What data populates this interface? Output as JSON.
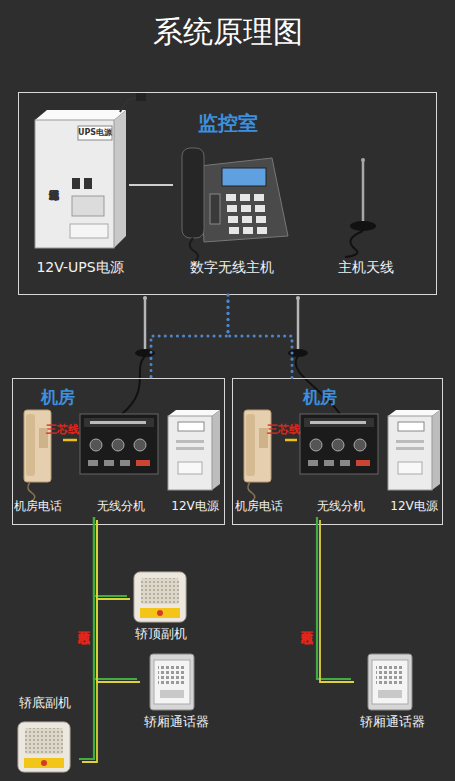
{
  "diagram": {
    "title": "系统原理图",
    "nodes": [
      {
        "text": [
          "监控室"
        ]
      },
      {
        "text": [
          "12V-UPS电源"
        ],
        "in": 0
      },
      {
        "text": [
          "数字无线主机"
        ],
        "in": 0
      },
      {
        "text": [
          "主机天线"
        ],
        "in": 0
      },
      {
        "text": [
          "机房"
        ]
      },
      {
        "text": [
          "机房电话"
        ],
        "in": 4
      },
      {
        "text": [
          "无线分机"
        ],
        "in": 4
      },
      {
        "text": [
          "12V电源"
        ],
        "in": 4
      },
      {
        "text": [
          "机房"
        ]
      },
      {
        "text": [
          "机房电话"
        ],
        "in": 8
      },
      {
        "text": [
          "无线分机"
        ],
        "in": 8
      },
      {
        "text": [
          "12V电源"
        ],
        "in": 8
      },
      {
        "text": [
          "轿顶副机"
        ]
      },
      {
        "text": [
          "轿底副机"
        ]
      },
      {
        "text": [
          "轿厢通话器"
        ]
      },
      {
        "text": [
          "轿厢通话器"
        ]
      }
    ],
    "edges": [
      {
        "from": 1,
        "to": 2,
        "arrow": "none"
      },
      {
        "from": 0,
        "to": 4,
        "arrow": "none"
      },
      {
        "from": 0,
        "to": 8,
        "arrow": "none"
      },
      {
        "from": 5,
        "to": 6,
        "label": "三芯线",
        "arrow": "none"
      },
      {
        "from": 9,
        "to": 10,
        "label": "三芯线",
        "arrow": "none"
      },
      {
        "from": 6,
        "to": 12,
        "label": "两芯线",
        "arrow": "none"
      },
      {
        "from": 6,
        "to": 14,
        "arrow": "none"
      },
      {
        "from": 6,
        "to": 13,
        "arrow": "none"
      },
      {
        "from": 10,
        "to": 15,
        "label": "两芯线",
        "arrow": "none"
      }
    ],
    "labels": [
      "无线对讲专用电源",
      "UPS电源"
    ]
  }
}
